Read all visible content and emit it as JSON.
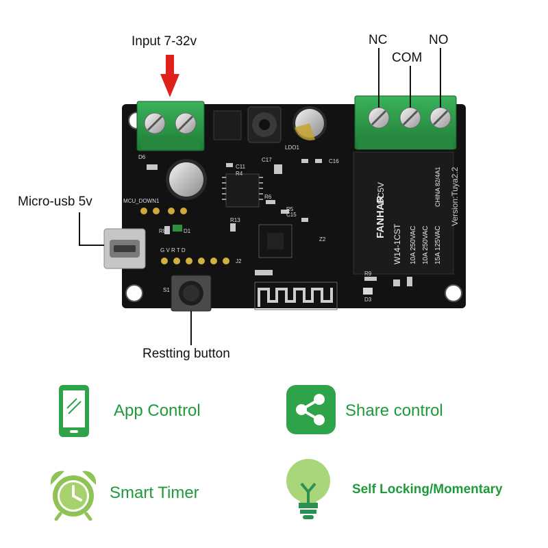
{
  "callouts": {
    "input": "Input 7-32v",
    "nc": "NC",
    "com": "COM",
    "no": "NO",
    "usb": "Micro-usb 5v",
    "button": "Restting button"
  },
  "board": {
    "labels": {
      "d6": "D6",
      "mcu": "MCU_DOWN1",
      "d1": "D1",
      "r8": "R8",
      "j2": "J2",
      "gvrtd": "G   V   R   T   D",
      "s1": "S1",
      "ldo1": "LDO1",
      "c17": "C17",
      "c16": "C16",
      "c11": "C11",
      "r4": "R4",
      "r6": "R6",
      "r5": "R5",
      "c15": "C15",
      "r13": "R13",
      "z2": "Z2",
      "d3": "D3",
      "r9": "R9",
      "version": "Version:Tuya2.2"
    },
    "relay": {
      "brand": "FANHAR",
      "model": "W14-1CST",
      "coil": "DC5V",
      "rating1": "10A 250VAC",
      "rating2": "10A 250VAC",
      "rating3": "15A 125VAC",
      "origin": "CHINA 82/4A1"
    }
  },
  "features": [
    {
      "label": "App Control",
      "icon": "phone-icon"
    },
    {
      "label": "Share control",
      "icon": "share-icon"
    },
    {
      "label": "Smart Timer",
      "icon": "alarm-clock-icon"
    },
    {
      "label": "Self Locking/Momentary",
      "icon": "light-bulb-icon"
    }
  ],
  "colors": {
    "pcb": "#121212",
    "terminal": "#2f9e4a",
    "arrow": "#e0211b",
    "feature_text": "#1f9a3a"
  }
}
